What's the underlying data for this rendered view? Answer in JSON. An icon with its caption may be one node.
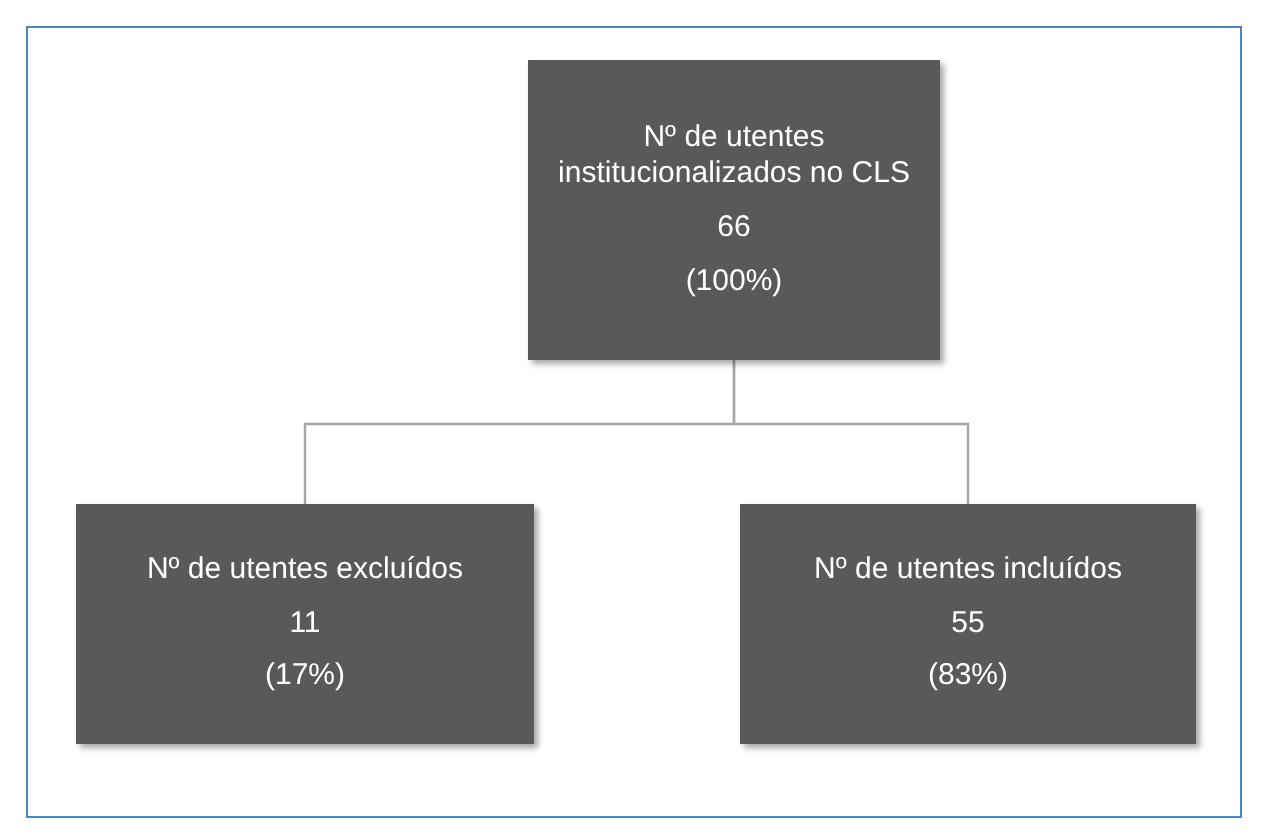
{
  "diagram": {
    "nodes": [
      {
        "text": [
          "Nº de utentes institucionalizados no CLS",
          "66",
          "(100%)"
        ]
      },
      {
        "text": [
          "Nº de utentes excluídos",
          "11",
          "(17%)"
        ]
      },
      {
        "text": [
          "Nº de utentes incluídos",
          "55",
          "(83%)"
        ]
      }
    ],
    "edges": [
      {
        "from": 0,
        "to": 1,
        "arrow": "none"
      },
      {
        "from": 0,
        "to": 2,
        "arrow": "none"
      }
    ]
  }
}
